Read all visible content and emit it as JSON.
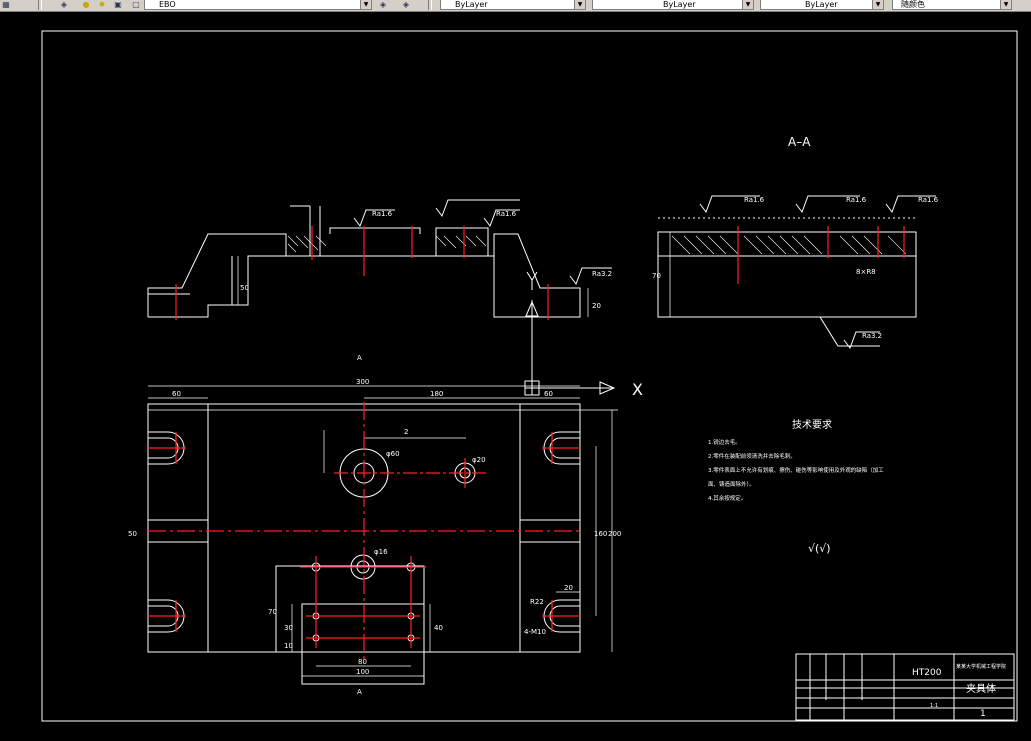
{
  "toolbar": {
    "layer_name": "EBO",
    "color_value": "ByLayer",
    "linetype_value": "ByLayer",
    "lineweight_value": "ByLayer",
    "plotstyle_value": "随颜色"
  },
  "drawing": {
    "section_label": "A–A",
    "view_marker_top": "A",
    "view_marker_bottom": "A",
    "axis_label": "X",
    "tech_title": "技术要求",
    "tech_items": [
      "1.锐边去毛。",
      "2.零件在装配前须清洗并去除毛刺。",
      "3.零件表面上不允许有划痕、擦伤、碰伤等影响使用及外观的缺陷（加工",
      "面、铸造面除外）。",
      "4.其余按规定。"
    ],
    "roughness_overall": "√(√)",
    "dimensions": {
      "overall_width": "300",
      "left_offset": "60",
      "hole_spacing": "180",
      "right_offset": "60",
      "height_right": "160",
      "height_outer": "200",
      "slot_width": "20",
      "base_width": "100",
      "inner_width": "80",
      "v50": "50",
      "v70": "70",
      "v30": "30",
      "v10": "10",
      "v40": "40",
      "phi60": "φ60",
      "phi20": "φ20",
      "phi16": "φ16",
      "r_slot": "R22",
      "chamfer": "4-M10",
      "gap": "2",
      "front_height": "50",
      "step": "20",
      "section_height": "70",
      "section_width": "8×R8"
    },
    "roughness_marks": [
      "Ra1.6",
      "Ra1.6",
      "Ra3.2",
      "Ra1.6",
      "Ra1.6",
      "Ra1.6",
      "Ra3.2"
    ]
  },
  "title_block": {
    "material": "HT200",
    "school": "某某大学机械工程学院",
    "part_name": "夹具体",
    "sheet": "1",
    "scale": "1:1"
  },
  "colors": {
    "background": "#000000",
    "line": "#ffffff",
    "centerline": "#ff2020",
    "toolbar": "#d4d0c8"
  }
}
